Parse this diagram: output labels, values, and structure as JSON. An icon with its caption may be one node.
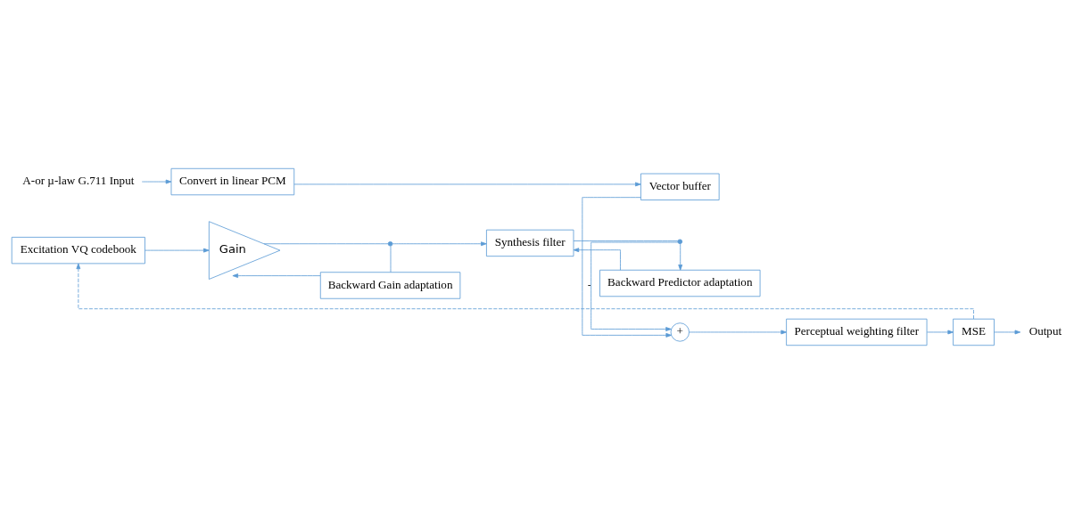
{
  "diagram": {
    "nodes": [
      {
        "text": [
          "A-or µ-law G.711 Input"
        ]
      },
      {
        "text": [
          "Convert in linear PCM"
        ]
      },
      {
        "text": [
          "Vector buffer"
        ]
      },
      {
        "text": [
          "Excitation VQ codebook"
        ]
      },
      {
        "text": [
          "Gain"
        ]
      },
      {
        "text": [],
        "shape": "dot"
      },
      {
        "text": [
          "Synthesis filter"
        ]
      },
      {
        "text": [],
        "shape": "dot"
      },
      {
        "text": [
          "+"
        ]
      },
      {
        "text": [
          "Perceptual weighting filter"
        ]
      },
      {
        "text": [
          "MSE"
        ]
      },
      {
        "text": [
          "Output"
        ]
      },
      {
        "text": [
          "Backward Gain adaptation"
        ]
      },
      {
        "text": [
          "Backward Predictor adaptation"
        ]
      }
    ],
    "edges": [
      {
        "from": 0,
        "to": 1,
        "arrow": "to"
      },
      {
        "from": 1,
        "to": 2,
        "arrow": "to"
      },
      {
        "from": 2,
        "to": 8,
        "arrow": "to"
      },
      {
        "from": 3,
        "to": 4,
        "arrow": "to"
      },
      {
        "from": 4,
        "to": 5,
        "arrow": "none"
      },
      {
        "from": 5,
        "to": 6,
        "arrow": "to"
      },
      {
        "from": 5,
        "to": 12,
        "arrow": "none"
      },
      {
        "from": 12,
        "to": 4,
        "arrow": "to"
      },
      {
        "from": 6,
        "to": 7,
        "arrow": "none"
      },
      {
        "from": 7,
        "to": 8,
        "arrow": "to",
        "label": "-"
      },
      {
        "from": 7,
        "to": 13,
        "arrow": "to"
      },
      {
        "from": 13,
        "to": 6,
        "arrow": "to"
      },
      {
        "from": 8,
        "to": 9,
        "arrow": "to"
      },
      {
        "from": 9,
        "to": 10,
        "arrow": "to"
      },
      {
        "from": 10,
        "to": 11,
        "arrow": "to"
      },
      {
        "from": 10,
        "to": 3,
        "arrow": "to",
        "style": "dashed"
      }
    ]
  }
}
